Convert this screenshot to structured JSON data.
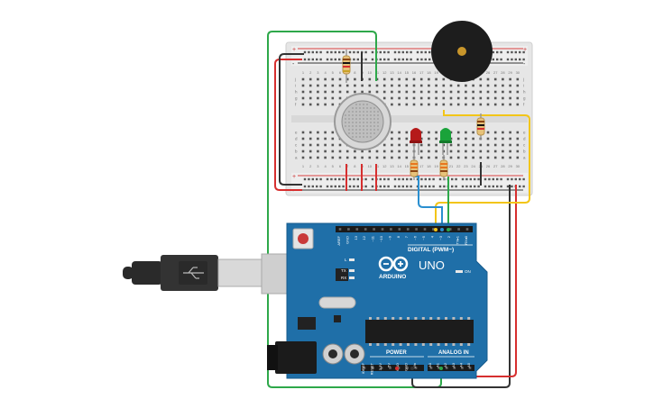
{
  "arduino": {
    "logo_text": "ARDUINO",
    "model_text": "UNO",
    "digital_label": "DIGITAL (PWM~)",
    "power_label": "POWER",
    "analog_label": "ANALOG IN",
    "on_label": "ON",
    "l_label": "L",
    "tx_label": "TX",
    "rx_label": "RX",
    "digital_pins": [
      "AREF",
      "GND",
      "13",
      "12",
      "~11",
      "~10",
      "~9",
      "8",
      "7",
      "~6",
      "~5",
      "4",
      "~3",
      "2",
      "TX▸1",
      "RX◂0"
    ],
    "power_pins": [
      "IOREF",
      "RESET",
      "3.3V",
      "5V",
      "GND",
      "GND",
      "Vin"
    ],
    "analog_pins": [
      "A0",
      "A1",
      "A2",
      "A3",
      "A4",
      "A5"
    ]
  },
  "breadboard": {
    "row_letters_top": [
      "j",
      "i",
      "h",
      "g",
      "f"
    ],
    "row_letters_bottom": [
      "e",
      "d",
      "c",
      "b",
      "a"
    ],
    "rail_plus": "+",
    "rail_minus": "-",
    "column_numbers": [
      "1",
      "2",
      "3",
      "4",
      "5",
      "6",
      "7",
      "8",
      "9",
      "10",
      "11",
      "12",
      "13",
      "14",
      "15",
      "16",
      "17",
      "18",
      "19",
      "20",
      "21",
      "22",
      "23",
      "24",
      "25",
      "26",
      "27",
      "28",
      "29",
      "30"
    ]
  },
  "colors": {
    "board": "#1f6fa8",
    "breadboard": "#e8e8e8",
    "wire_red": "#d62f2f",
    "wire_black": "#333333",
    "wire_green": "#2ea84a",
    "wire_yellow": "#f2c518",
    "wire_blue": "#2a8fd0",
    "led_red": "#b51a1a",
    "led_green": "#1aa33a"
  }
}
